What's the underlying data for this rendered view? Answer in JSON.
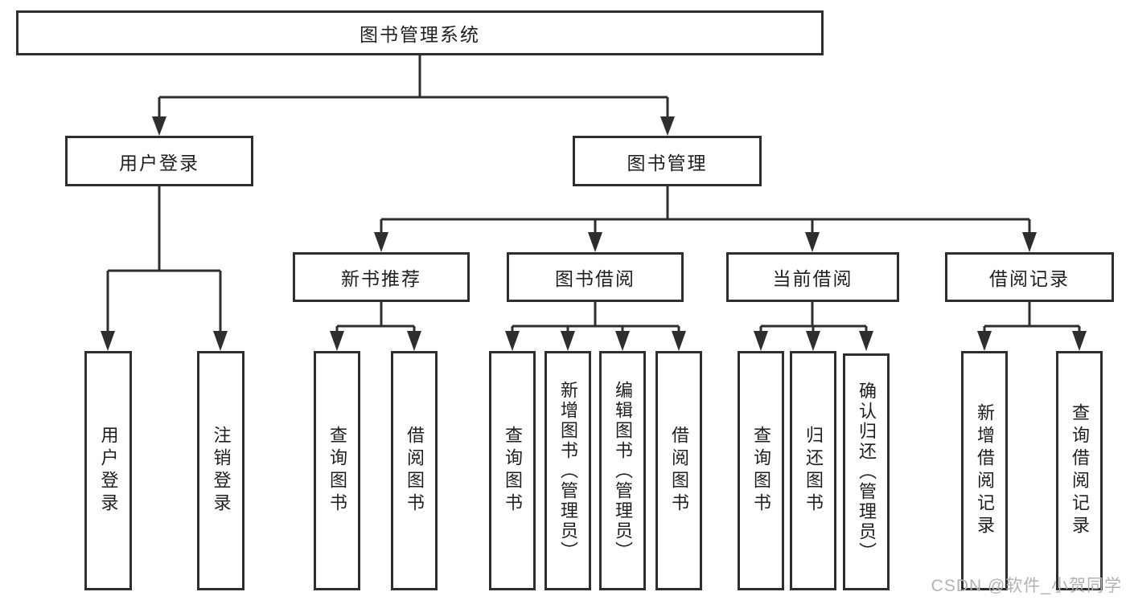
{
  "diagram": {
    "root": {
      "label": "图书管理系统"
    },
    "branches": [
      {
        "label": "用户登录",
        "children": [
          {
            "label": "用户登录"
          },
          {
            "label": "注销登录"
          }
        ]
      },
      {
        "label": "图书管理",
        "groups": [
          {
            "label": "新书推荐",
            "children": [
              {
                "label": "查询图书"
              },
              {
                "label": "借阅图书"
              }
            ]
          },
          {
            "label": "图书借阅",
            "children": [
              {
                "label": "查询图书"
              },
              {
                "label": "新增图书（管理员）"
              },
              {
                "label": "编辑图书（管理员）"
              },
              {
                "label": "借阅图书"
              }
            ]
          },
          {
            "label": "当前借阅",
            "children": [
              {
                "label": "查询图书"
              },
              {
                "label": "归还图书"
              },
              {
                "label": "确认归还（管理员）"
              }
            ]
          },
          {
            "label": "借阅记录",
            "children": [
              {
                "label": "新增借阅记录"
              },
              {
                "label": "查询借阅记录"
              }
            ]
          }
        ]
      }
    ]
  },
  "colors": {
    "line": "#2e2e2e",
    "box_border": "#2e2e2e",
    "box_fill": "#ffffff",
    "watermark_text": "#b3b3b3"
  },
  "watermark": {
    "text": "CSDN @软件_小贺同学"
  }
}
